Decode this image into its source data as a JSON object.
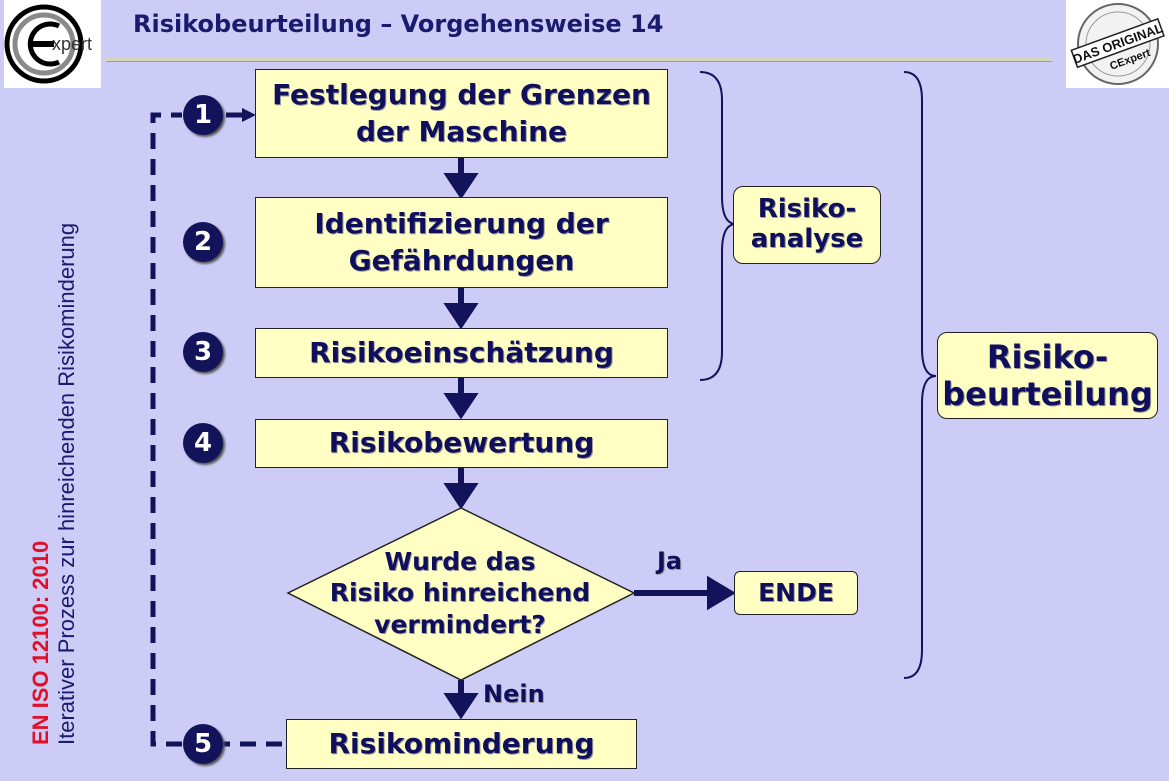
{
  "header": {
    "title": "Risikobeurteilung – Vorgehensweise 14"
  },
  "logo_left": {
    "text": "xpert"
  },
  "logo_right": {
    "text_top": "DAS ORIGINAL",
    "text_bottom": "CExpert"
  },
  "side": {
    "standard": "EN ISO 12100: 2010",
    "subtitle": "Iterativer Prozess zur hinreichenden Risikominderung"
  },
  "steps": [
    {
      "number": "1",
      "label": "Festlegung der Grenzen der Maschine"
    },
    {
      "number": "2",
      "label": "Identifizierung der Gefährdungen"
    },
    {
      "number": "3",
      "label": "Risikoeinschätzung"
    },
    {
      "number": "4",
      "label": "Risikobewertung"
    },
    {
      "number": "5",
      "label": "Risikominderung"
    }
  ],
  "decision": {
    "line1": "Wurde das",
    "line2": "Risiko hinreichend",
    "line3": "vermindert?",
    "yes": "Ja",
    "no": "Nein"
  },
  "end_box": "ENDE",
  "analysis_box": {
    "line1": "Risiko-",
    "line2": "analyse"
  },
  "assessment_box": {
    "line1": "Risiko-",
    "line2": "beurteilung"
  },
  "colors": {
    "background": "#ccccf6",
    "box_fill": "#ffffc4",
    "navy": "#13135c",
    "red": "#e0102a"
  }
}
